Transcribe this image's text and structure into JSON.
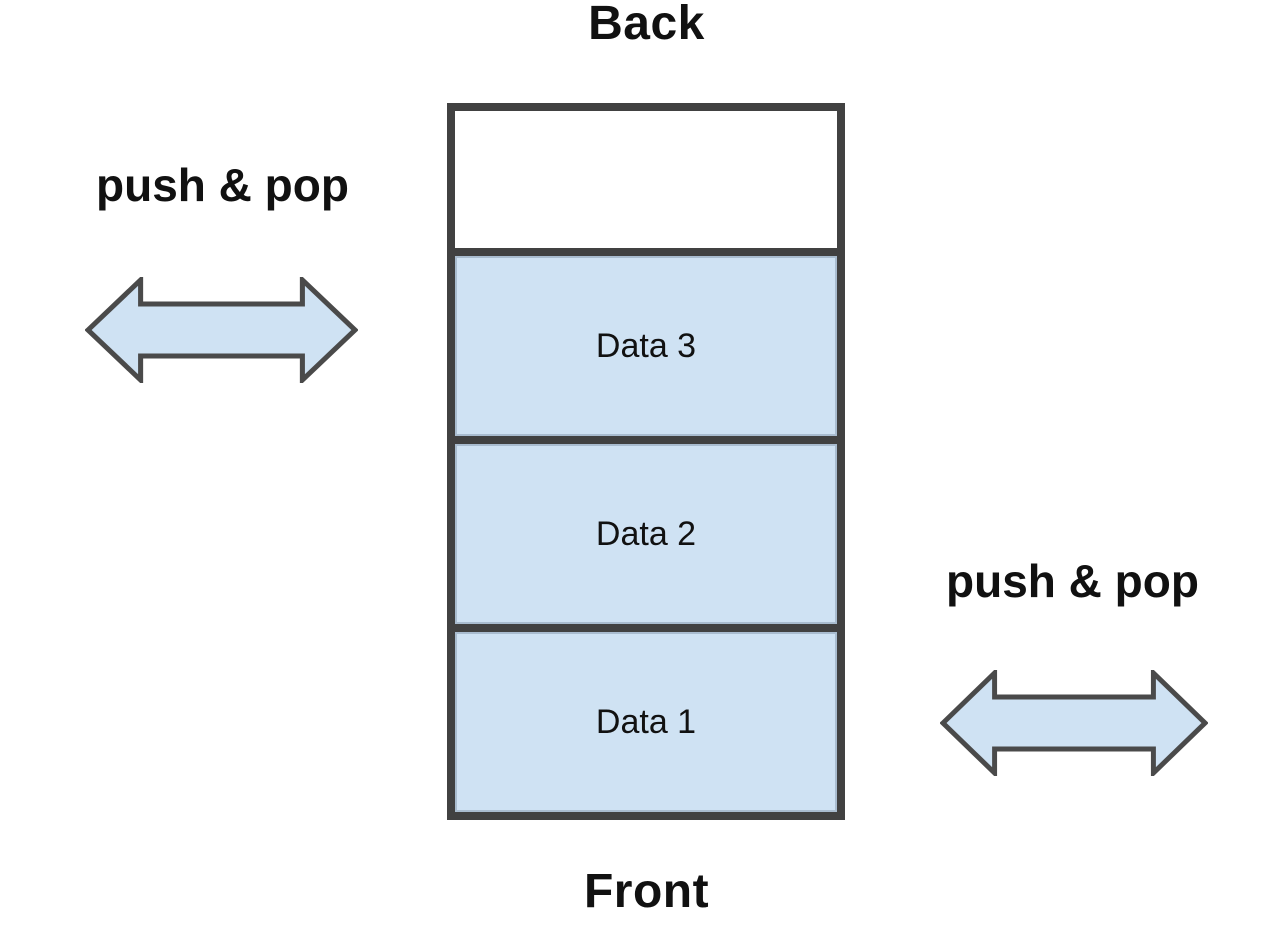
{
  "diagram": {
    "top_endpoint_label": "Back",
    "bottom_endpoint_label": "Front",
    "left_operation_label": "push & pop",
    "right_operation_label": "push & pop",
    "cells": [
      {
        "label": "",
        "filled": false
      },
      {
        "label": "Data 3",
        "filled": true
      },
      {
        "label": "Data 2",
        "filled": true
      },
      {
        "label": "Data 1",
        "filled": true
      }
    ],
    "icons": {
      "left_arrow": "double-headed-horizontal-arrow-icon",
      "right_arrow": "double-headed-horizontal-arrow-icon"
    },
    "colors": {
      "grid_stroke": "#414141",
      "cell_fill": "#cfe2f3",
      "cell_stroke": "#a9bccf",
      "arrow_fill": "#cfe2f3",
      "arrow_stroke": "#4a4a4a",
      "text": "#111111"
    }
  }
}
